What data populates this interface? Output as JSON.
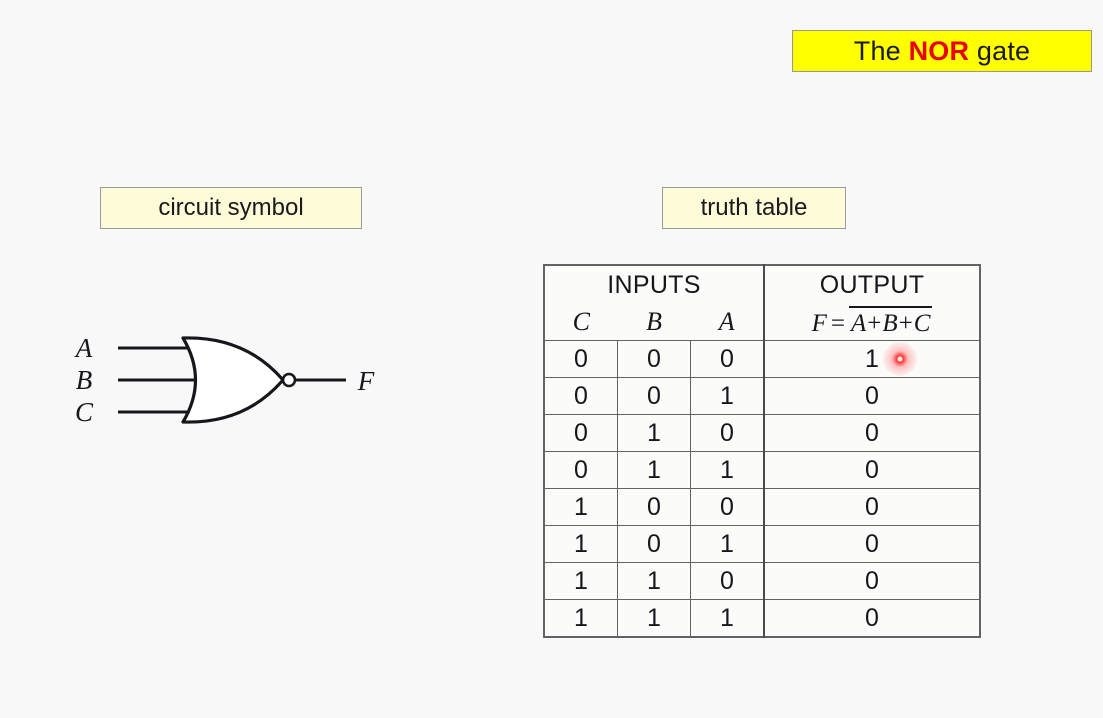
{
  "page": {
    "background_color": "#f8f8f8"
  },
  "title_banner": {
    "prefix": "The ",
    "accent": "NOR",
    "suffix": " gate",
    "background_color": "#ffff00",
    "accent_color": "#e8000b"
  },
  "captions": {
    "circuit": "circuit symbol",
    "truth": "truth table",
    "background_color": "#fdfbd8"
  },
  "circuit": {
    "gate_type": "NOR",
    "inputs": [
      "A",
      "B",
      "C"
    ],
    "output": "F",
    "has_inversion_bubble": true
  },
  "truth_table": {
    "group_headers": {
      "inputs": "INPUTS",
      "output": "OUTPUT"
    },
    "input_columns": [
      "C",
      "B",
      "A"
    ],
    "output_expression": {
      "lhs": "F",
      "equals": "=",
      "barred_terms": [
        "A",
        "B",
        "C"
      ],
      "operator": "+",
      "plain_text": "F = A+B+C (complemented)"
    },
    "rows": [
      {
        "C": "0",
        "B": "0",
        "A": "0",
        "F": "1"
      },
      {
        "C": "0",
        "B": "0",
        "A": "1",
        "F": "0"
      },
      {
        "C": "0",
        "B": "1",
        "A": "0",
        "F": "0"
      },
      {
        "C": "0",
        "B": "1",
        "A": "1",
        "F": "0"
      },
      {
        "C": "1",
        "B": "0",
        "A": "0",
        "F": "0"
      },
      {
        "C": "1",
        "B": "0",
        "A": "1",
        "F": "0"
      },
      {
        "C": "1",
        "B": "1",
        "A": "0",
        "F": "0"
      },
      {
        "C": "1",
        "B": "1",
        "A": "1",
        "F": "0"
      }
    ]
  },
  "cursor": {
    "type": "click-marker",
    "color": "#ff2828",
    "on_row": 1,
    "on_column": "F"
  }
}
